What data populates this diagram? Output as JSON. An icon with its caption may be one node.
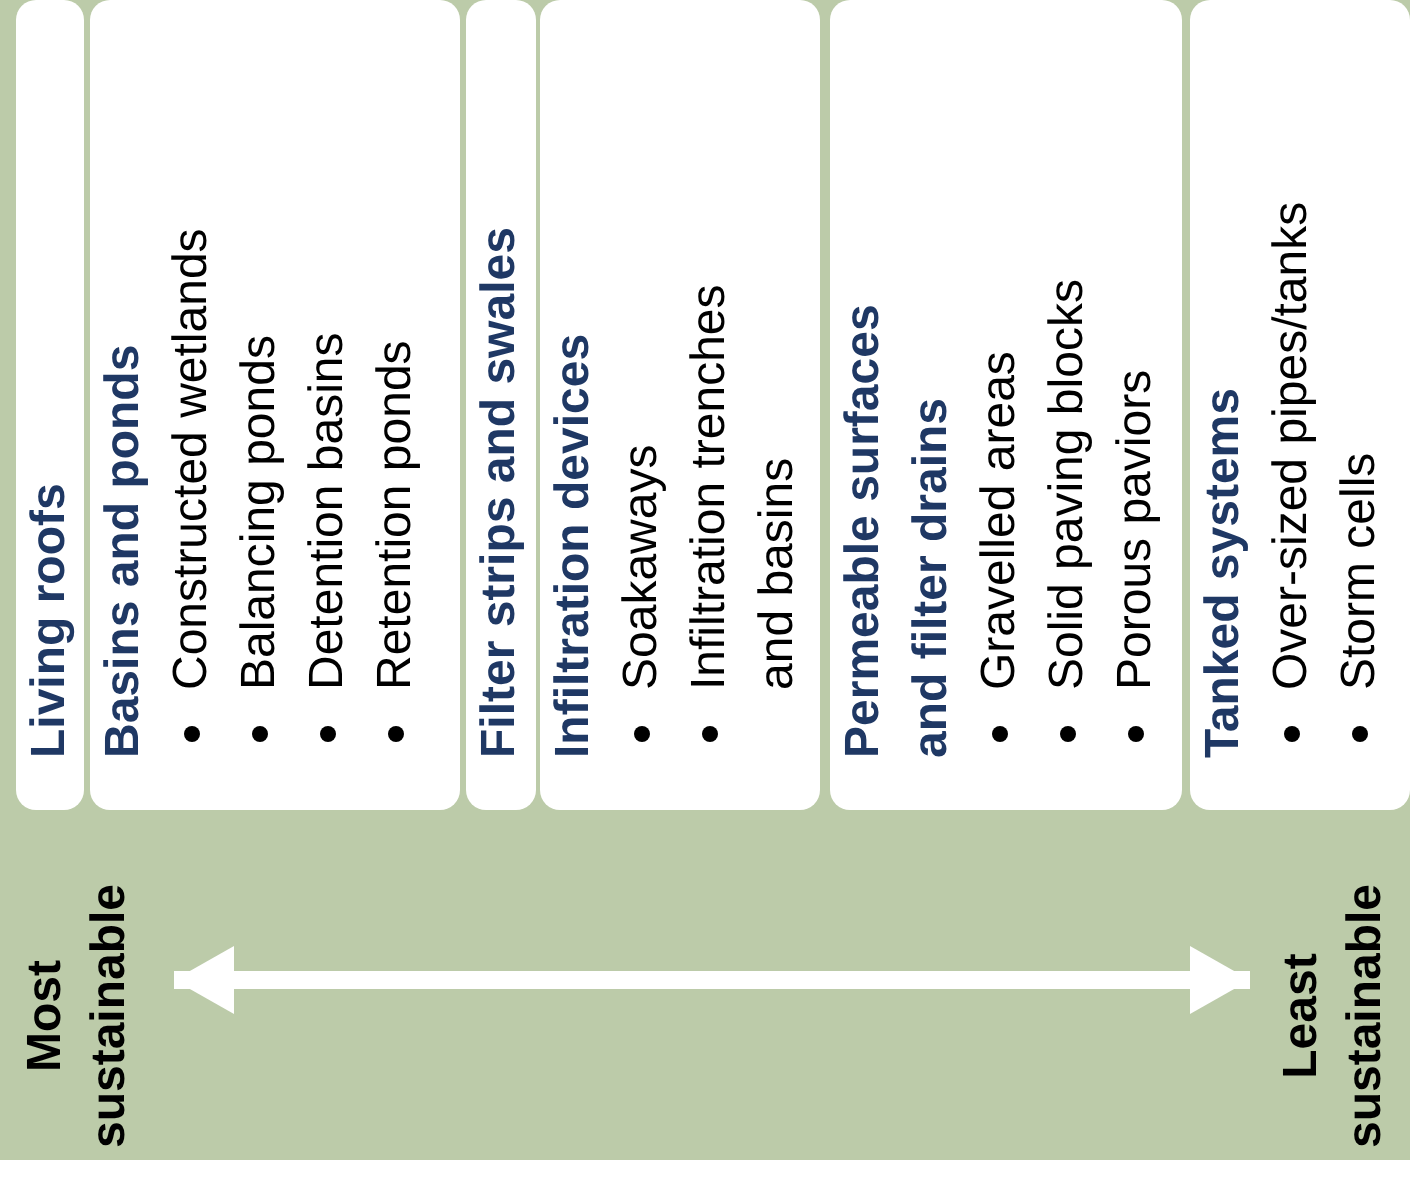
{
  "diagram": {
    "nodes": [
      {
        "text": [
          "Living roofs"
        ]
      },
      {
        "text": [
          "Basins and ponds",
          "Constructed wetlands",
          "Balancing ponds",
          "Detention basins",
          "Retention ponds"
        ]
      },
      {
        "text": [
          "Filter strips and swales"
        ]
      },
      {
        "text": [
          "Infiltration devices",
          "Soakaways",
          "Infiltration trenches and basins"
        ]
      },
      {
        "text": [
          "Permeable surfaces and filter drains",
          "Gravelled areas",
          "Solid paving blocks",
          "Porous paviors"
        ]
      },
      {
        "text": [
          "Tanked systems",
          "Over-sized pipes/tanks",
          "Storm cells"
        ]
      },
      {
        "text": [
          "Most sustainable"
        ]
      },
      {
        "text": [
          "Least sustainable"
        ]
      }
    ],
    "edges": [
      {
        "from": 6,
        "to": 7,
        "arrow": "both"
      }
    ]
  }
}
